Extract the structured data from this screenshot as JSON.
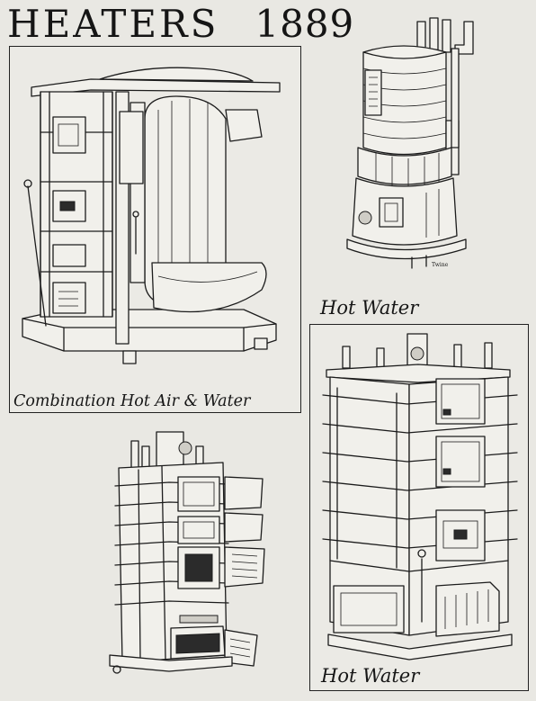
{
  "header": {
    "title": "HEATERS",
    "year": "1889"
  },
  "panels": {
    "combination": {
      "caption": "Combination Hot Air & Water"
    },
    "round_hot_water": {
      "caption": "Hot Water"
    },
    "square_hot_water": {
      "caption": "Hot Water"
    }
  },
  "signature": "Twine"
}
